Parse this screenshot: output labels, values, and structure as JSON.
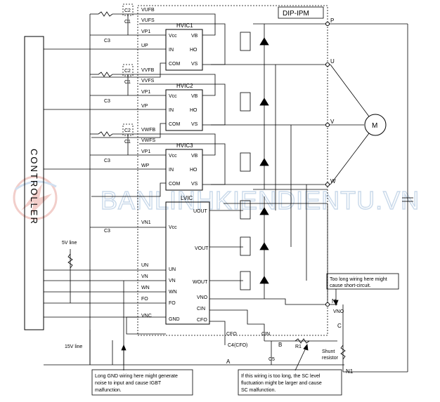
{
  "module_label": "DIP-IPM",
  "controller_label": "CONTROLLER",
  "watermark": "BANLINHKIENDIENTU.VN",
  "icons": {
    "motor": "motor-icon",
    "watermark_logo": "watermark-logo-icon"
  },
  "chips": [
    {
      "name": "HVIC1",
      "pins_left": [
        "Vcc",
        "IN",
        "COM"
      ],
      "pins_right": [
        "VB",
        "HO",
        "VS"
      ]
    },
    {
      "name": "HVIC2",
      "pins_left": [
        "Vcc",
        "IN",
        "COM"
      ],
      "pins_right": [
        "VB",
        "HO",
        "VS"
      ]
    },
    {
      "name": "HVIC3",
      "pins_left": [
        "Vcc",
        "IN",
        "COM"
      ],
      "pins_right": [
        "VB",
        "HO",
        "VS"
      ]
    },
    {
      "name": "LVIC",
      "pins_left": [
        "Vcc",
        "UN",
        "VN",
        "WN",
        "FO",
        "GND"
      ],
      "pins_right": [
        "UOUT",
        "VOUT",
        "WOUT",
        "VNO",
        "CIN",
        "CFO"
      ]
    }
  ],
  "phase_pins": [
    {
      "fb": "VUFB",
      "fs": "VUFS",
      "p1": "VP1",
      "in": "UP"
    },
    {
      "fb": "VVFB",
      "fs": "VVFS",
      "p1": "VP1",
      "in": "VP"
    },
    {
      "fb": "VWFB",
      "fs": "VWFS",
      "p1": "VP1",
      "in": "WP"
    }
  ],
  "cap_labels": {
    "c1": "C1",
    "c2": "C2",
    "c3": "C3"
  },
  "low_side_pins": [
    "VN1",
    "UN",
    "VN",
    "WN",
    "FO",
    "VNC"
  ],
  "output_terminals": [
    "P",
    "U",
    "V",
    "W",
    "N",
    "VNO",
    "N1"
  ],
  "motor_label": "M",
  "misc_labels": {
    "five_v": "5V line",
    "fifteen_v": "15V line",
    "cfo": "CFO",
    "cin": "CIN",
    "c4": "C4(CFO)",
    "c5": "C5",
    "r1": "R1",
    "shunt1": "Shunt",
    "shunt2": "resistor",
    "node_a": "A",
    "node_b": "B",
    "node_c": "C"
  },
  "notes": {
    "gnd": [
      "Long GND wiring here might generate",
      "noise to input and cause IGBT",
      "malfunction."
    ],
    "sc": [
      "If this wiring is too long, the SC level",
      "fluctuation might be larger and cause",
      "SC malfunction."
    ],
    "short": [
      "Too long wiring here might",
      "cause short-circuit."
    ]
  }
}
